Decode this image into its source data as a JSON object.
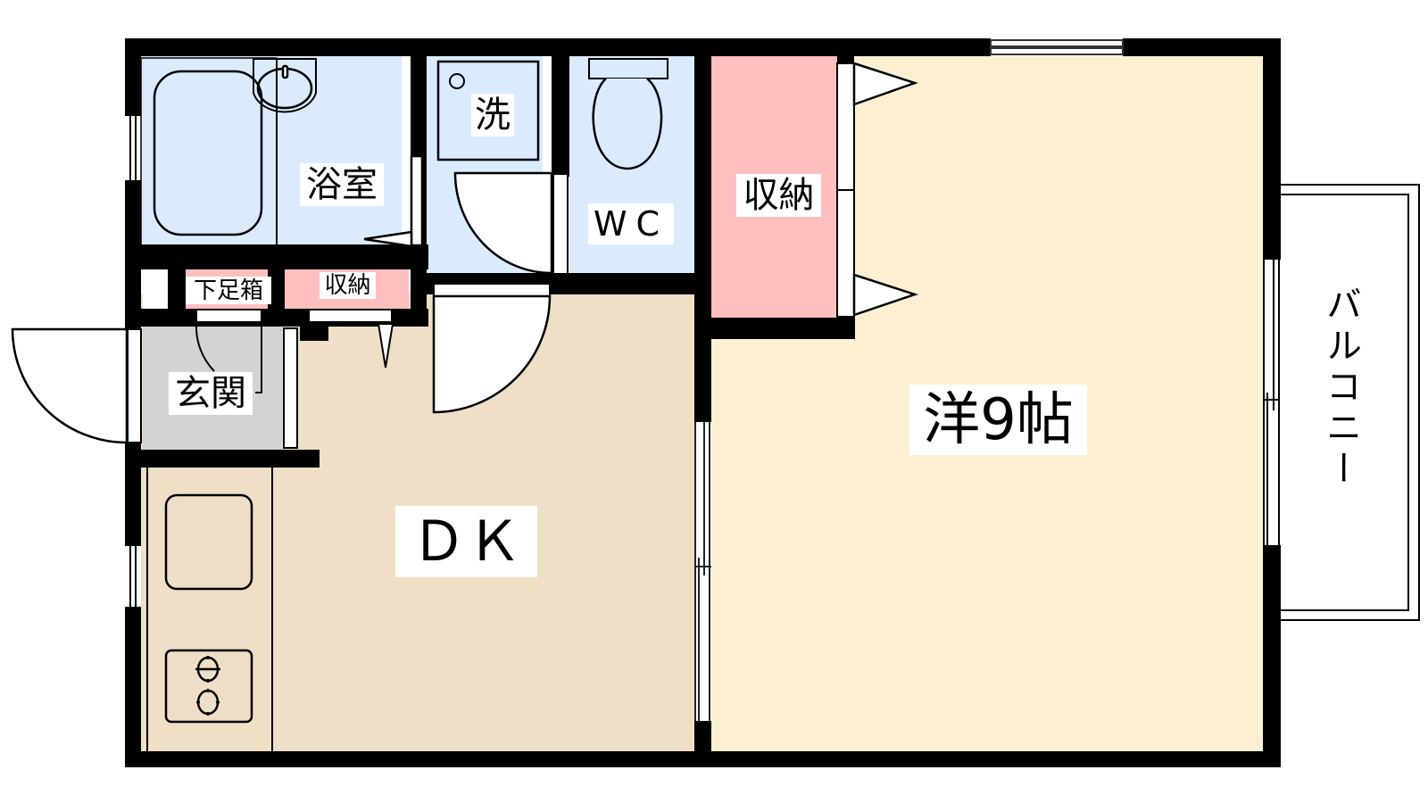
{
  "floor_plan": {
    "colors": {
      "wall": "#000000",
      "wet_area": "#dbebfe",
      "storage": "#ffbfbf",
      "entrance": "#d3d3d3",
      "dk_floor": "#eedfc6",
      "western_room_floor": "#fdf0d2",
      "exterior": "#ffffff"
    },
    "rooms": {
      "bathroom": {
        "label": "浴室"
      },
      "laundry": {
        "label": "洗"
      },
      "toilet": {
        "label": "WC"
      },
      "closet_main": {
        "label": "収納"
      },
      "shoe_box": {
        "label": "下足箱"
      },
      "closet_hall": {
        "label": "収納"
      },
      "entrance": {
        "label": "玄関"
      },
      "dining_kitchen": {
        "label": "ＤＫ"
      },
      "western_room": {
        "label": "洋9帖"
      },
      "balcony": {
        "label": "バルコニー"
      }
    },
    "fixtures": [
      "bathtub-icon",
      "washbasin-icon",
      "washing-machine-pan-icon",
      "toilet-icon",
      "sink-icon",
      "gas-stove-icon"
    ]
  }
}
